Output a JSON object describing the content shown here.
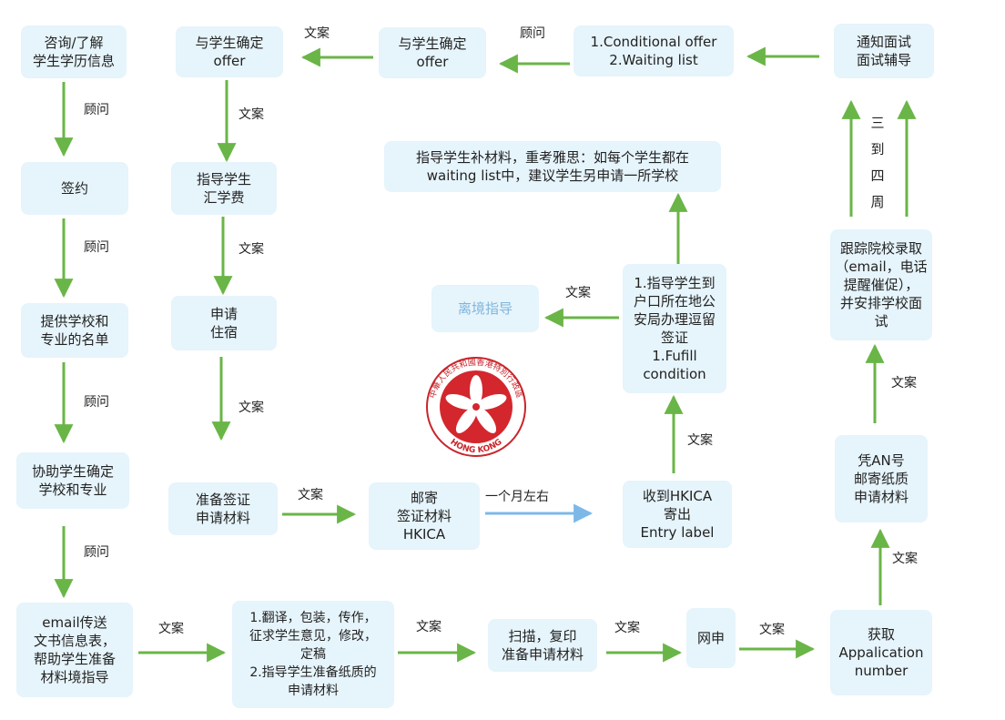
{
  "colors": {
    "box": "#e6f4fb",
    "arrow_green": "#6ab547",
    "arrow_blue": "#7cb8e8",
    "emblem_red": "#d3272d"
  },
  "nodes": {
    "consult": "咨询/了解\n学生学历信息",
    "sign": "签约",
    "school_list": "提供学校和\n专业的名单",
    "confirm_school": "协助学生确定\n学校和专业",
    "email_docs": "email传送\n文书信息表，\n帮助学生准备\n材料境指导",
    "translate": "1.翻译，包装，传作，\n征求学生意见，修改，\n定稿\n2.指导学生准备纸质的\n申请材料",
    "scan": "扫描，复印\n准备申请材料",
    "online_apply": "网申",
    "get_number": "获取\nAppalication\nnumber",
    "mail_paper": "凭AN号\n邮寄纸质\n申请材料",
    "track": "跟踪院校录取\n（email，电话\n提醒催促），\n并安排学校面\n试",
    "interview": "通知面试\n面试辅导",
    "offer_result": "1.Conditional offer\n2.Waiting list",
    "confirm_offer_1": "与学生确定\noffer",
    "confirm_offer_2": "与学生确定\noffer",
    "pay_fee": "指导学生\n汇学费",
    "accommodation": "申请\n住宿",
    "visa_materials": "准备签证\n申请材料",
    "mail_visa": "邮寄\n签证材料\nHKICA",
    "receive_label": "收到HKICA\n寄出\nEntry label",
    "police_permit": "1.指导学生到\n户口所在地公\n安局办理逗留\n签证\n1.Fufill\ncondition",
    "supplement": "指导学生补材料，重考雅思：如每个学生都在\nwaiting list中，建议学生另申请一所学校",
    "departure": "离境指导"
  },
  "labels": {
    "consultant": "顾问",
    "copywriter": "文案",
    "one_month": "一个月左右",
    "three_four_weeks": "三\n到\n四\n周"
  },
  "emblem": {
    "ring_text": "中華人民共和國香港特別行政區",
    "bottom_text": "HONG KONG"
  }
}
